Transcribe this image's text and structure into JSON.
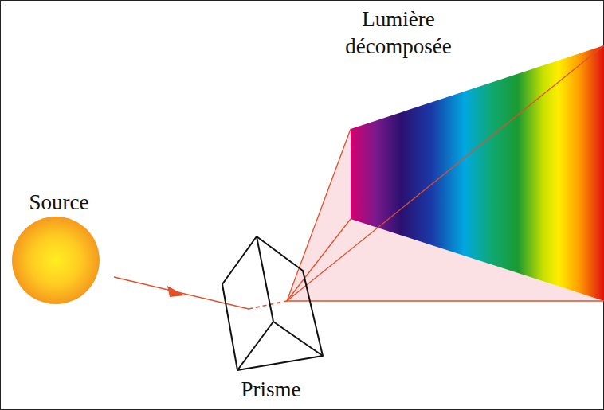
{
  "diagram": {
    "labels": [
      "Source",
      "Prisme",
      "Lumière décomposée"
    ]
  }
}
